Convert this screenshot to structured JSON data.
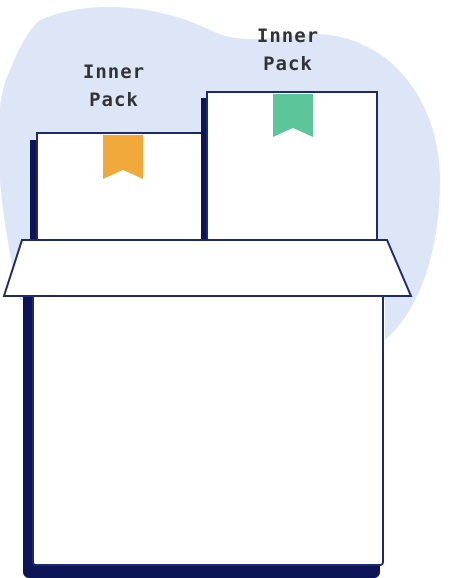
{
  "illustration": {
    "left_pack": {
      "label_line1": "Inner",
      "label_line2": "Pack"
    },
    "right_pack": {
      "label_line1": "Inner",
      "label_line2": "Pack"
    }
  },
  "colors": {
    "background_blob": "#dde6f7",
    "outline": "#1f2a6e",
    "shadow": "#0d1455",
    "box_fill": "#ffffff",
    "left_tag": "#f2a93b",
    "right_tag": "#5cc59a",
    "label_text": "#333333"
  }
}
